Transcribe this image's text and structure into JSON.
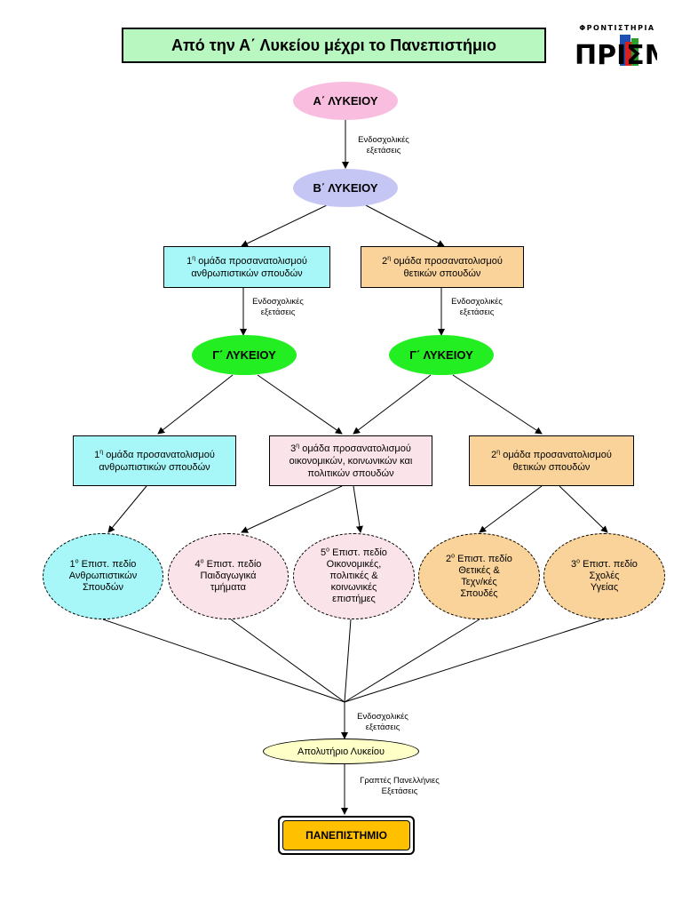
{
  "title": "Από την Α΄ Λυκείου μέχρι το Πανεπιστήμιο",
  "logo": {
    "small_text": "ΦΡΟΝΤΙΣΤΗΡΙΑ",
    "big_text": "ΠΡΙΣΜΑ"
  },
  "nodes": {
    "a_lykeiou": "Α΄ ΛΥΚΕΙΟΥ",
    "b_lykeiou": "Β΄ ΛΥΚΕΙΟΥ",
    "b_group1": {
      "num": "1",
      "sup": "η",
      "line1": " ομάδα προσανατολισμού",
      "line2": "ανθρωπιστικών σπουδών"
    },
    "b_group2": {
      "num": "2",
      "sup": "η",
      "line1": " ομάδα προσανατολισμού",
      "line2": "θετικών σπουδών"
    },
    "g_lykeiou_left": "Γ΄ ΛΥΚΕΙΟΥ",
    "g_lykeiou_right": "Γ΄ ΛΥΚΕΙΟΥ",
    "g_group1": {
      "num": "1",
      "sup": "η",
      "line1": " ομάδα προσανατολισμού",
      "line2": "ανθρωπιστικών σπουδών"
    },
    "g_group3": {
      "num": "3",
      "sup": "η",
      "line1": " ομάδα προσανατολισμού",
      "line2": "οικονομικών, κοινωνικών και",
      "line3": "πολιτικών σπουδών"
    },
    "g_group2": {
      "num": "2",
      "sup": "η",
      "line1": " ομάδα προσανατολισμού",
      "line2": "θετικών σπουδών"
    },
    "field1": {
      "num": "1",
      "sup": "ο",
      "line1": " Επιστ. πεδίο",
      "line2": "Ανθρωπιστικών",
      "line3": "Σπουδών"
    },
    "field4": {
      "num": "4",
      "sup": "ο",
      "line1": " Επιστ. πεδίο",
      "line2": "Παιδαγωγικά",
      "line3": "τμήματα"
    },
    "field5": {
      "num": "5",
      "sup": "ο",
      "line1": " Επιστ. πεδίο",
      "line2": "Οικονομικές,",
      "line3": "πολιτικές &",
      "line4": "κοινωνικές",
      "line5": "επιστήμες"
    },
    "field2": {
      "num": "2",
      "sup": "ο",
      "line1": " Επιστ. πεδίο",
      "line2": "Θετικές &",
      "line3": "Τεχν/κές",
      "line4": "Σπουδές"
    },
    "field3": {
      "num": "3",
      "sup": "ο",
      "line1": " Επιστ. πεδίο",
      "line2": "Σχολές",
      "line3": "Υγείας"
    },
    "apolytirio": "Απολυτήριο Λυκείου",
    "panepistimio": "ΠΑΝΕΠΙΣΤΗΜΙΟ"
  },
  "notes": {
    "n1": {
      "line1": "Ενδοσχολικές",
      "line2": "εξετάσεις"
    },
    "n2": {
      "line1": "Ενδοσχολικές",
      "line2": "εξετάσεις"
    },
    "n3": {
      "line1": "Ενδοσχολικές",
      "line2": "εξετάσεις"
    },
    "n4": {
      "line1": "Ενδοσχολικές",
      "line2": "εξετάσεις"
    },
    "n5": {
      "line1": "Γραπτές Πανελλήνιες",
      "line2": "Εξετάσεις"
    }
  },
  "colors": {
    "title_bg": "#b9f7c0",
    "a_lykeiou": "#f9bde0",
    "b_lykeiou": "#c6c6f5",
    "g_lykeiou": "#22ee22",
    "humanities": "#a8f7f8",
    "sciences": "#f9d39a",
    "economics": "#fbe3ea",
    "apolytirio": "#ffffc8",
    "university": "#ffc000"
  }
}
